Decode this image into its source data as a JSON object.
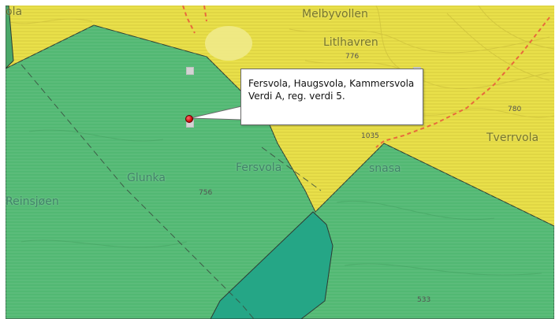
{
  "map": {
    "place_names": [
      "Melbyvollen",
      "Litlhavren",
      "Glunka",
      "Fersvola",
      "snasa",
      "Tverrvola",
      "Reinsjøen",
      "ola"
    ],
    "elevations": [
      "776",
      "780",
      "1035",
      "756",
      "533"
    ],
    "colors": {
      "yellow_zone": "#e9e04a",
      "green_zone": "#52b873",
      "dark_green_zone": "#25a686",
      "boundary_line": "#2d3a33",
      "road": "#e86a3c"
    }
  },
  "popup": {
    "line1": "Fersvola, Haugsvola, Kammersvola",
    "line2": "Verdi A, reg. verdi 5."
  }
}
